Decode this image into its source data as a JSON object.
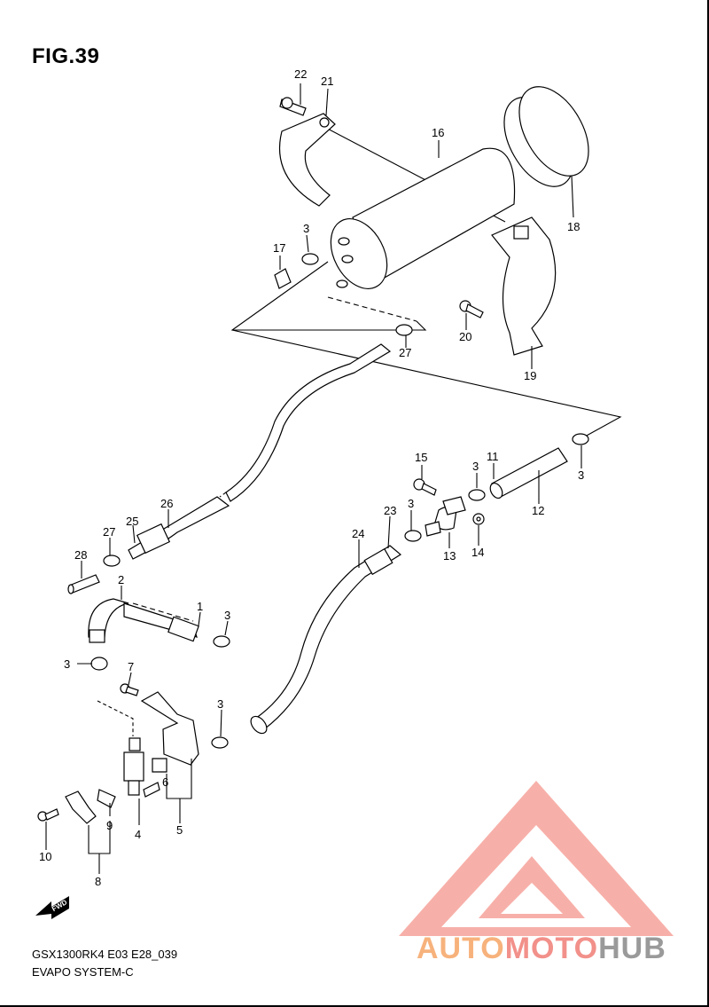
{
  "figure": {
    "title": "FIG.39",
    "code": "GSX1300RK4 E03 E28_039",
    "name": "EVAPO SYSTEM-C",
    "direction_label": "FWD"
  },
  "watermark": {
    "part1": "AUTO",
    "part2": "MOTO",
    "part3": "HUB",
    "colors": {
      "orange": "#f7b27c",
      "red": "#f2908a",
      "gray": "#9a9a9a"
    }
  },
  "callouts": [
    {
      "id": "22",
      "label": "22"
    },
    {
      "id": "21",
      "label": "21"
    },
    {
      "id": "16",
      "label": "16"
    },
    {
      "id": "18",
      "label": "18"
    },
    {
      "id": "3a",
      "label": "3"
    },
    {
      "id": "17",
      "label": "17"
    },
    {
      "id": "20",
      "label": "20"
    },
    {
      "id": "27a",
      "label": "27"
    },
    {
      "id": "19",
      "label": "19"
    },
    {
      "id": "15",
      "label": "15"
    },
    {
      "id": "3b",
      "label": "3"
    },
    {
      "id": "11",
      "label": "11"
    },
    {
      "id": "3c",
      "label": "3"
    },
    {
      "id": "12",
      "label": "12"
    },
    {
      "id": "26",
      "label": "26"
    },
    {
      "id": "23",
      "label": "23"
    },
    {
      "id": "3d",
      "label": "3"
    },
    {
      "id": "25",
      "label": "25"
    },
    {
      "id": "27b",
      "label": "27"
    },
    {
      "id": "24",
      "label": "24"
    },
    {
      "id": "13",
      "label": "13"
    },
    {
      "id": "14",
      "label": "14"
    },
    {
      "id": "28",
      "label": "28"
    },
    {
      "id": "2",
      "label": "2"
    },
    {
      "id": "1",
      "label": "1"
    },
    {
      "id": "3e",
      "label": "3"
    },
    {
      "id": "3f",
      "label": "3"
    },
    {
      "id": "7",
      "label": "7"
    },
    {
      "id": "3g",
      "label": "3"
    },
    {
      "id": "6",
      "label": "6"
    },
    {
      "id": "9",
      "label": "9"
    },
    {
      "id": "4",
      "label": "4"
    },
    {
      "id": "5",
      "label": "5"
    },
    {
      "id": "10",
      "label": "10"
    },
    {
      "id": "8",
      "label": "8"
    }
  ]
}
